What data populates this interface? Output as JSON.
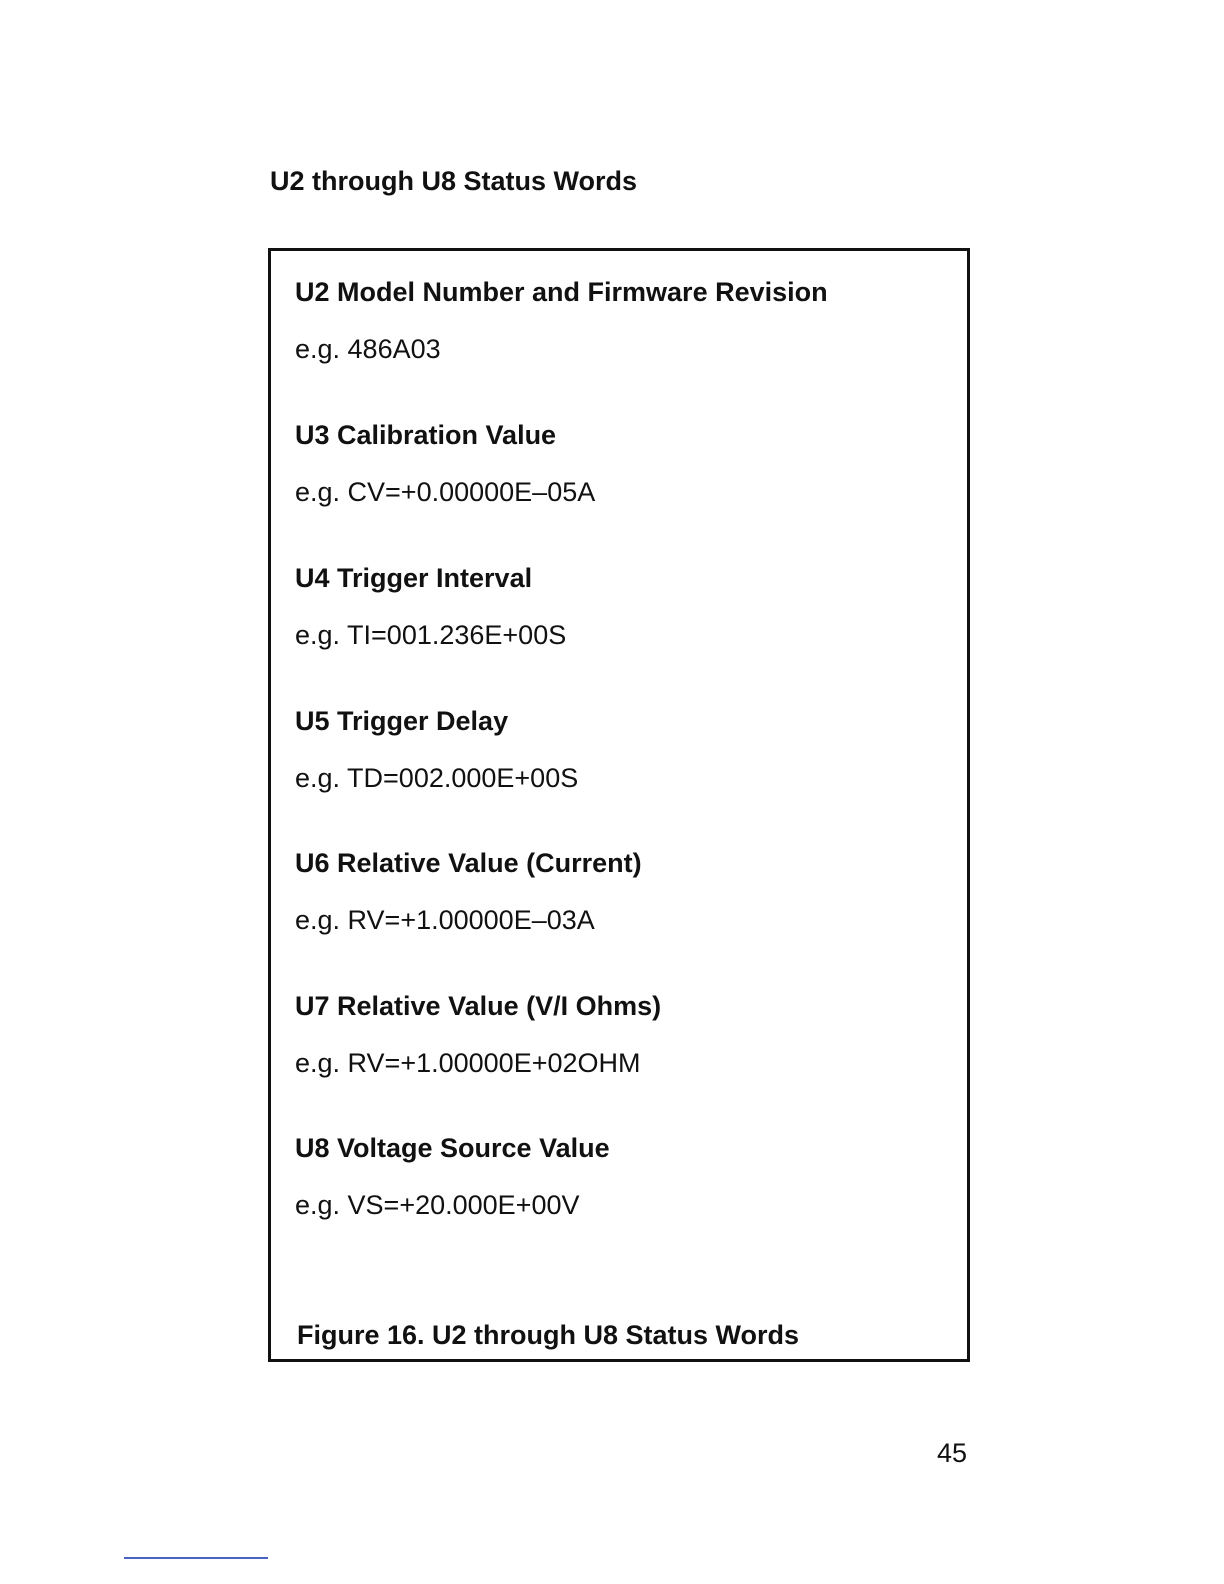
{
  "page": {
    "heading": "U2 through U8 Status Words",
    "page_number": "45"
  },
  "figure": {
    "entries": [
      {
        "title": "U2 Model Number and Firmware Revision",
        "example": "e.g. 486A03"
      },
      {
        "title": "U3 Calibration Value",
        "example": "e.g. CV=+0.00000E–05A"
      },
      {
        "title": "U4 Trigger Interval",
        "example": "e.g. TI=001.236E+00S"
      },
      {
        "title": "U5 Trigger Delay",
        "example": "e.g. TD=002.000E+00S"
      },
      {
        "title": "U6 Relative Value (Current)",
        "example": "e.g. RV=+1.00000E–03A"
      },
      {
        "title": "U7 Relative Value (V/I Ohms)",
        "example": "e.g. RV=+1.00000E+02OHM"
      },
      {
        "title": "U8 Voltage Source Value",
        "example": "e.g. VS=+20.000E+00V"
      }
    ],
    "caption": "Figure 16. U2 through U8 Status Words"
  }
}
